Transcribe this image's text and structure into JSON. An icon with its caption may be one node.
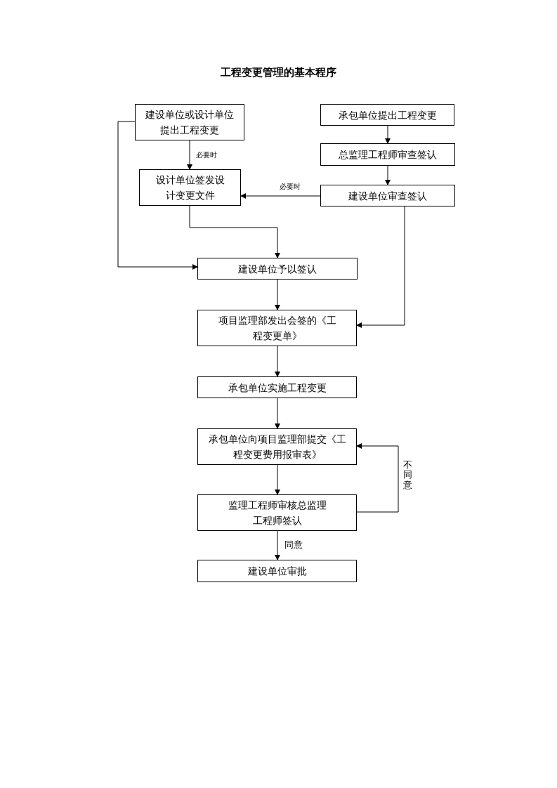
{
  "diagram": {
    "title": "工程变更管理的基本程序",
    "nodes": [
      {
        "text": [
          "建设单位或设计单位提出工程变更"
        ]
      },
      {
        "text": [
          "承包单位提出工程变更"
        ]
      },
      {
        "text": [
          "设计单位签发设计变更文件"
        ]
      },
      {
        "text": [
          "总监理工程师审查签认"
        ]
      },
      {
        "text": [
          "建设单位审查签认"
        ]
      },
      {
        "text": [
          "建设单位予以签认"
        ]
      },
      {
        "text": [
          "项目监理部发出会签的《工程变更单》"
        ]
      },
      {
        "text": [
          "承包单位实施工程变更"
        ]
      },
      {
        "text": [
          "承包单位向项目监理部提交《工程变更费用报审表》"
        ]
      },
      {
        "text": [
          "监理工程师审核总监理工程师签认"
        ]
      },
      {
        "text": [
          "建设单位审批"
        ]
      }
    ],
    "edges": [
      {
        "from": 0,
        "to": 2,
        "arrow": "to",
        "label": "必要时"
      },
      {
        "from": 1,
        "to": 3,
        "arrow": "to"
      },
      {
        "from": 3,
        "to": 4,
        "arrow": "to"
      },
      {
        "from": 4,
        "to": 2,
        "arrow": "to",
        "label": "必要时"
      },
      {
        "from": 2,
        "to": 5,
        "arrow": "to"
      },
      {
        "from": 0,
        "to": 5,
        "arrow": "to"
      },
      {
        "from": 5,
        "to": 6,
        "arrow": "to"
      },
      {
        "from": 4,
        "to": 6,
        "arrow": "to"
      },
      {
        "from": 6,
        "to": 7,
        "arrow": "to"
      },
      {
        "from": 7,
        "to": 8,
        "arrow": "to"
      },
      {
        "from": 8,
        "to": 9,
        "arrow": "to"
      },
      {
        "from": 9,
        "to": 8,
        "arrow": "to",
        "label": "不同意"
      },
      {
        "from": 9,
        "to": 10,
        "arrow": "to",
        "label": "同意"
      }
    ]
  }
}
